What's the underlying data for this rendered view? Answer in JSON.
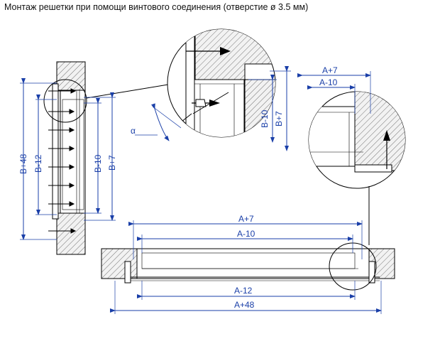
{
  "title": "Монтаж решетки при помощи винтового соединения (отверстие ø 3.5 мм)",
  "dimensions": {
    "b_plus_48": "B+48",
    "b_minus_12": "B-12",
    "b_minus_10": "B-10",
    "b_plus_7": "B+7",
    "a_plus_7": "A+7",
    "a_minus_10": "A-10",
    "a_minus_12": "A-12",
    "a_plus_48": "A+48",
    "alpha": "α"
  },
  "colors": {
    "dimension": "#1a3fa8",
    "outline": "#000000",
    "hatch": "#555555"
  }
}
